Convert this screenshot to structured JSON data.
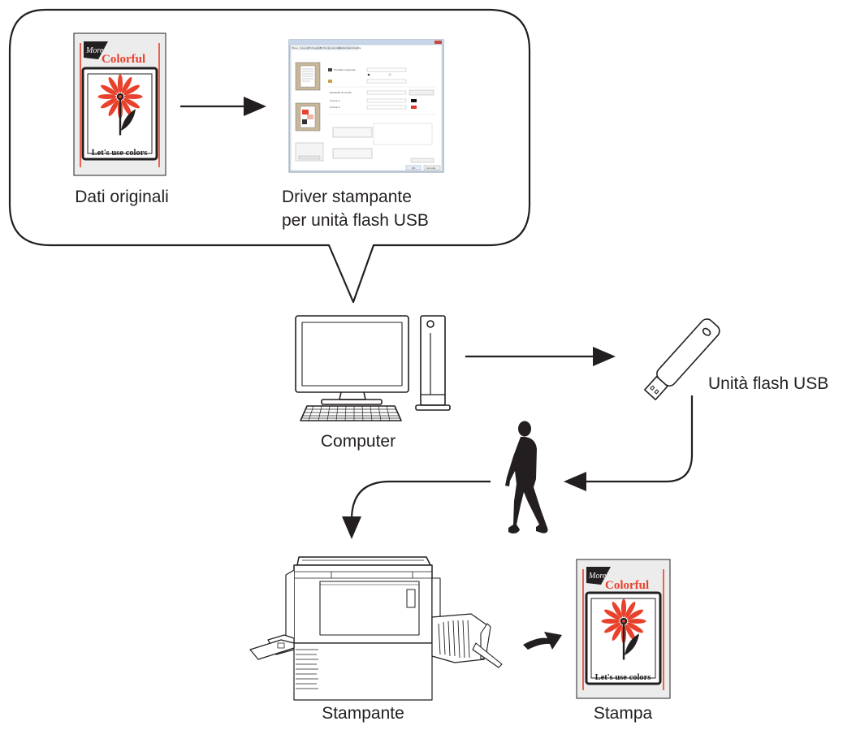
{
  "labels": {
    "original_data": "Dati originali",
    "driver_line1": "Driver stampante",
    "driver_line2": "per unità flash USB",
    "computer": "Computer",
    "usb": "Unità flash USB",
    "printer": "Stampante",
    "print": "Stampa"
  },
  "poster": {
    "more": "More",
    "colorful": "Colorful",
    "tagline": "Let's use colors"
  },
  "dialog": {
    "tabs": [
      "Base",
      "Layout",
      "Immagine",
      "Finitura",
      "Avanzate",
      "Sistema",
      "Ambiente"
    ],
    "original_size": "Formato originale",
    "print_mode": "Modalità di uscita",
    "color1": "Colore 1",
    "color2": "Colore 2",
    "ok": "OK",
    "cancel": "Annulla"
  },
  "colors": {
    "accent_red": "#e8412c",
    "ink": "#231f20",
    "poster_bg": "#ececec"
  }
}
